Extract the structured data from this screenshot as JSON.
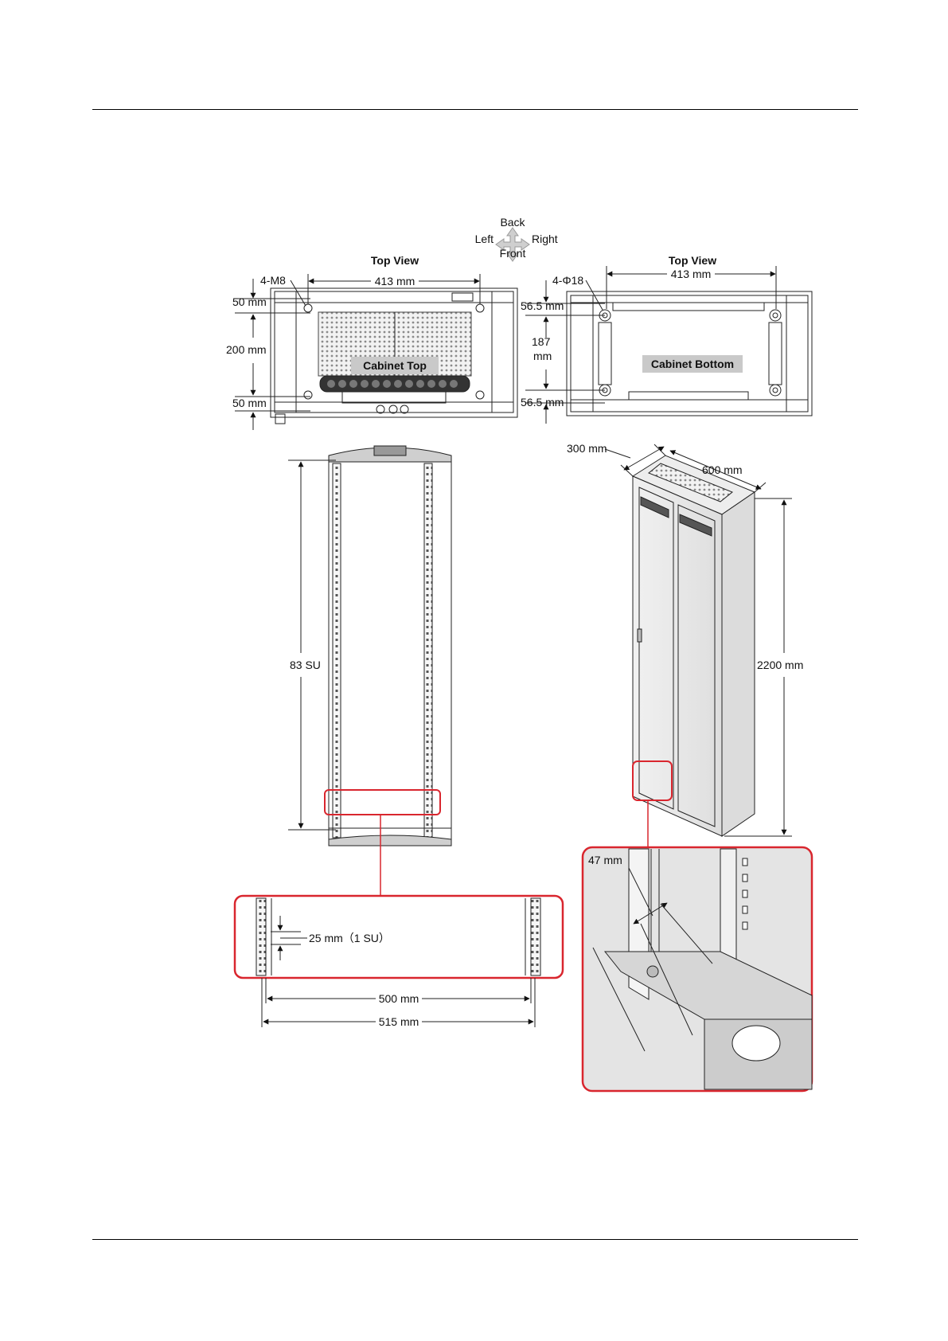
{
  "compass": {
    "back": "Back",
    "left": "Left",
    "right": "Right",
    "front": "Front"
  },
  "top_view_left": {
    "title": "Top View",
    "hole_label": "4-M8",
    "width": "413 mm",
    "edge_top": "50 mm",
    "depth": "200 mm",
    "edge_bottom": "50 mm",
    "caption": "Cabinet Top"
  },
  "top_view_right": {
    "title": "Top View",
    "hole_label": "4-Φ18",
    "width": "413 mm",
    "edge_top": "56.5 mm",
    "depth_line1": "187",
    "depth_line2": "mm",
    "edge_bottom": "56.5 mm",
    "caption": "Cabinet Bottom"
  },
  "front_view": {
    "height_su": "83 SU",
    "pitch": "25 mm（1 SU）",
    "inner_width": "500 mm",
    "outer_width": "515 mm"
  },
  "iso_view": {
    "depth": "300 mm",
    "width": "600 mm",
    "height": "2200 mm",
    "post_offset": "47 mm"
  },
  "colors": {
    "callout": "#d9262e",
    "line": "#222222",
    "panel": "#e6e6e6",
    "caption_bg": "#c9c9c9"
  }
}
